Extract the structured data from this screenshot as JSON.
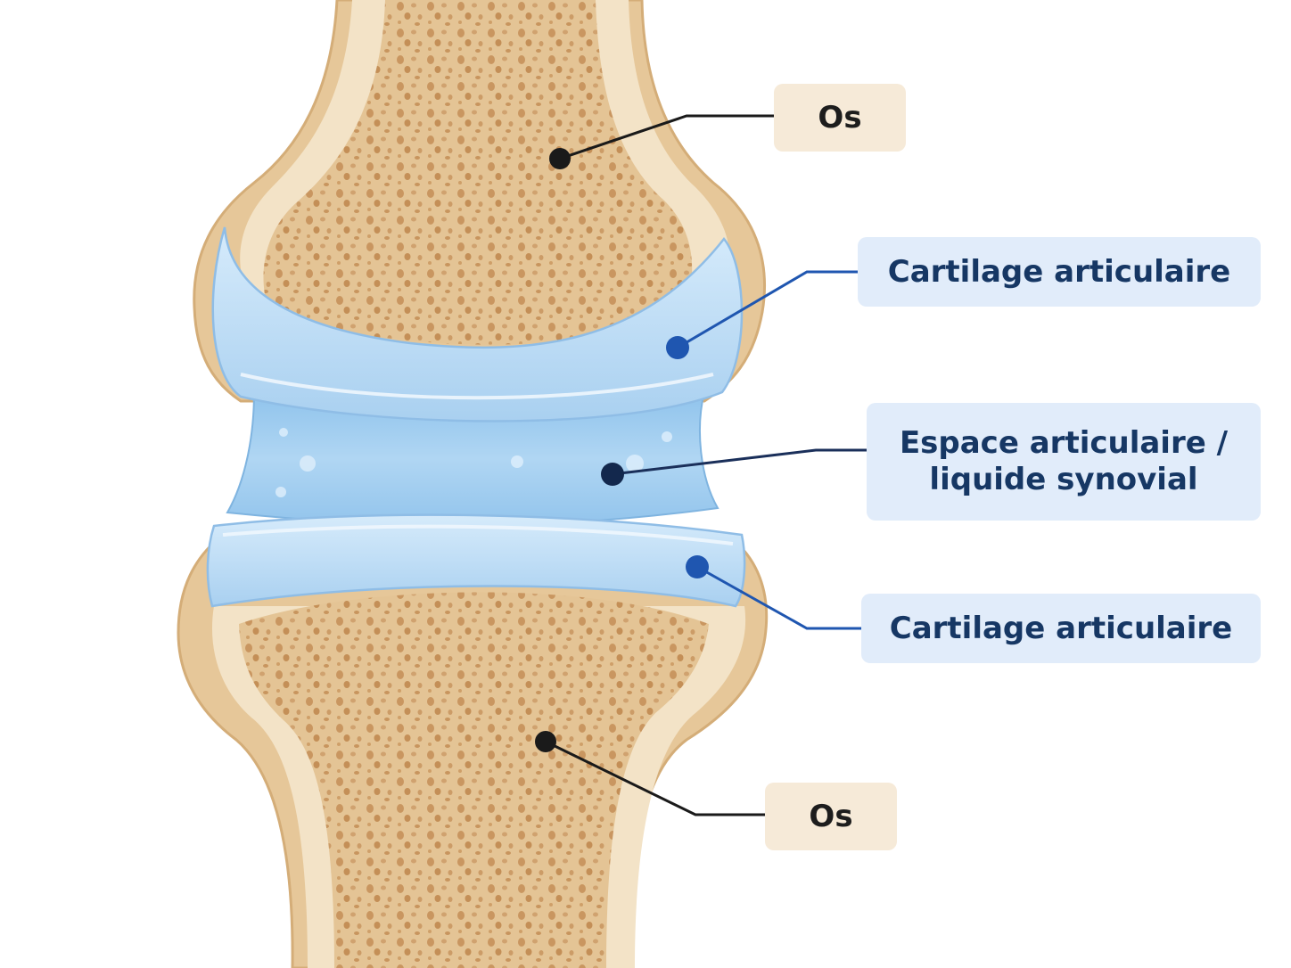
{
  "labels": {
    "bone_top": "Os",
    "cartilage_top": "Cartilage articulaire",
    "joint_space": "Espace articulaire /\nliquide synovial",
    "cartilage_bottom": "Cartilage articulaire",
    "bone_bottom": "Os"
  },
  "colors": {
    "bone_outer": "#e6c799",
    "bone_cortex": "#f3e2c6",
    "bone_spongy": "#e2c08e",
    "bone_pore": "#c9975e",
    "cartilage": "#bcdaf3",
    "cartilage_edge": "#8fbde6",
    "synovial": "#a3cdef",
    "leader_dark": "#1a1a1a",
    "leader_blue": "#1f56b0"
  }
}
